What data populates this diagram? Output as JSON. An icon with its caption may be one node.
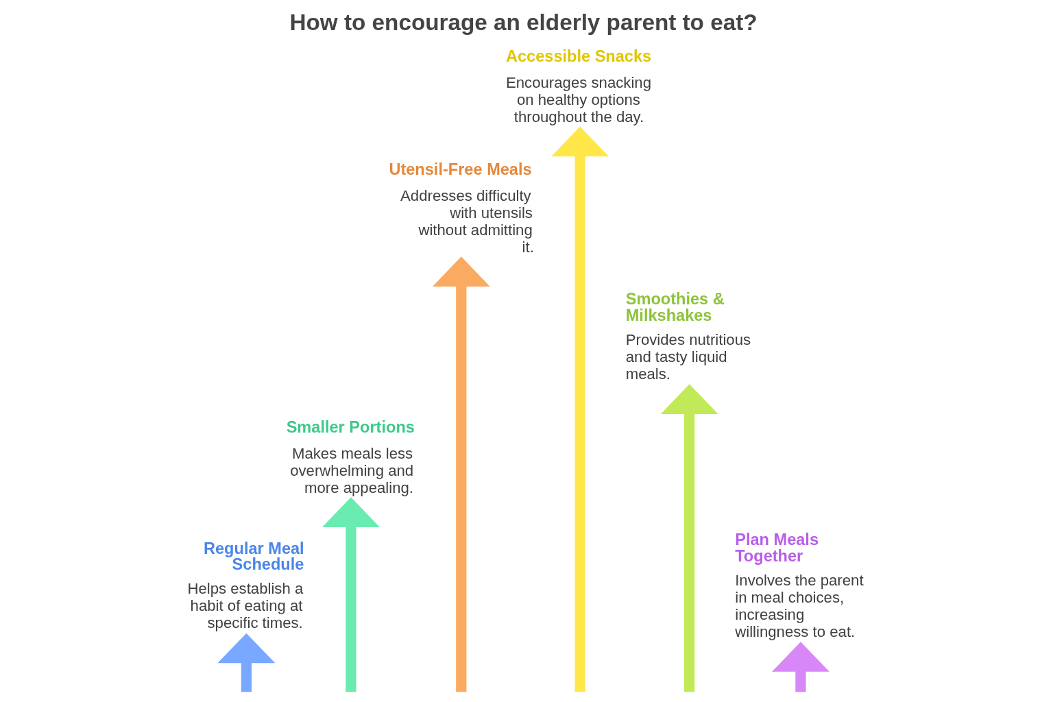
{
  "diagram": {
    "title": "How to encourage an elderly parent to eat?",
    "nodes": [
      {
        "text": [
          "Accessible Snacks",
          "Encourages snacking on healthy options throughout the day."
        ]
      },
      {
        "text": [
          "Utensil-Free Meals",
          "Addresses difficulty with utensils without admitting it."
        ]
      },
      {
        "text": [
          "Smoothies & Milkshakes",
          "Provides nutritious and tasty liquid meals."
        ]
      },
      {
        "text": [
          "Smaller Portions",
          "Makes meals less overwhelming and more appealing."
        ]
      },
      {
        "text": [
          "Plan Meals Together",
          "Involves the parent in meal choices, increasing willingness to eat."
        ]
      },
      {
        "text": [
          "Regular Meal Schedule",
          "Helps establish a habit of eating at specific times."
        ]
      }
    ],
    "edges": [
      {
        "from": null,
        "to": 0,
        "arrow": "to",
        "color": "#ffe74a"
      },
      {
        "from": null,
        "to": 1,
        "arrow": "to",
        "color": "#fbaa62"
      },
      {
        "from": null,
        "to": 2,
        "arrow": "to",
        "color": "#c2ea58"
      },
      {
        "from": null,
        "to": 3,
        "arrow": "to",
        "color": "#6aebb0"
      },
      {
        "from": null,
        "to": 4,
        "arrow": "to",
        "color": "#d887f7"
      },
      {
        "from": null,
        "to": 5,
        "arrow": "to",
        "color": "#78a8ff"
      }
    ]
  }
}
